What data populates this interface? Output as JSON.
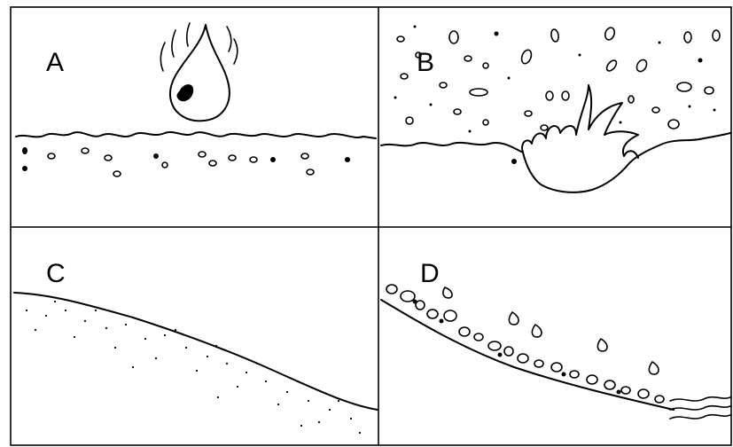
{
  "figure": {
    "panels": [
      {
        "id": "A",
        "label": "A"
      },
      {
        "id": "B",
        "label": "B"
      },
      {
        "id": "C",
        "label": "C"
      },
      {
        "id": "D",
        "label": "D"
      }
    ]
  },
  "colors": {
    "ink": "#000000",
    "background": "#ffffff"
  },
  "icons": [
    "raindrop-icon",
    "splash-icon",
    "slope-icon",
    "runoff-icon"
  ]
}
